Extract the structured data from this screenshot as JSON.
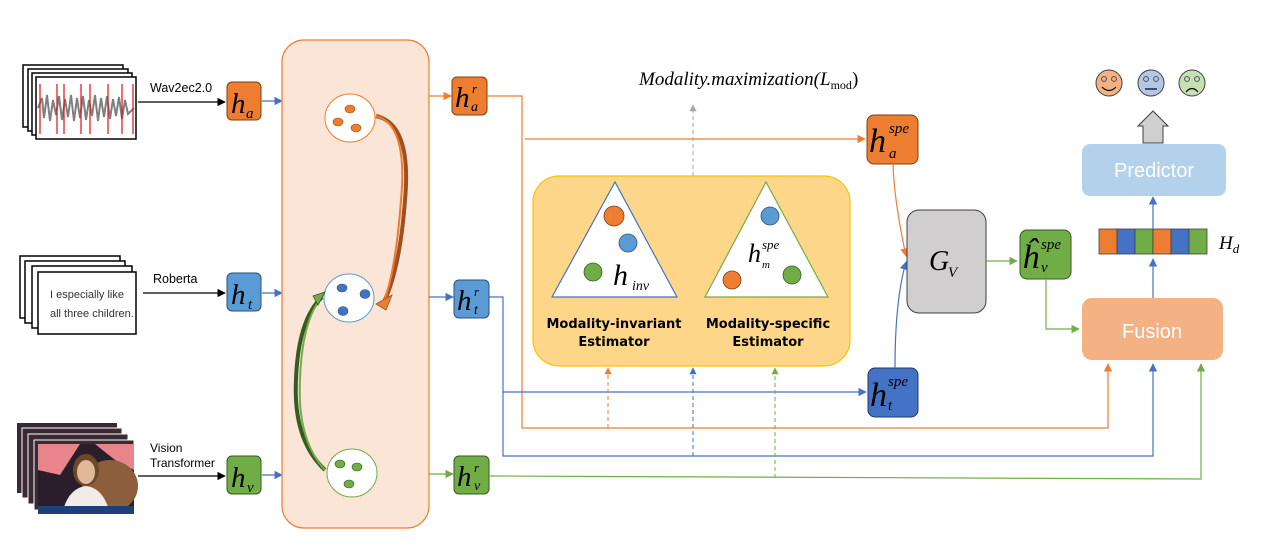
{
  "diagram": {
    "title": "Multimodal representation learning pipeline",
    "colors": {
      "audio": "#ed7d31",
      "text": "#5b9bd5",
      "text_dark": "#4472c4",
      "vision": "#70ad47",
      "panel": "#fbe5d6",
      "estimator_panel": "#fdd68a",
      "generator": "#d0cece",
      "fusion": "#f4b183",
      "predictor": "#b4d1ec",
      "gray_arrow": "#a6a6a6"
    },
    "inputs": {
      "audio": {
        "encoder": "Wav2ec2.0",
        "feature": "h",
        "sub": "a"
      },
      "text": {
        "encoder": "Roberta",
        "feature": "h",
        "sub": "t",
        "sample_line1": "I especially like",
        "sample_line2": "all three children."
      },
      "vision": {
        "encoder_line1": "Vision",
        "encoder_line2": "Transformer",
        "feature": "h",
        "sub": "v"
      }
    },
    "reps": {
      "audio": {
        "main": "h",
        "sup": "r",
        "sub": "a"
      },
      "text": {
        "main": "h",
        "sup": "r",
        "sub": "t"
      },
      "vision": {
        "main": "h",
        "sup": "r",
        "sub": "v"
      }
    },
    "loss_label": {
      "text": "Modality.maximization(",
      "L": "L",
      "sub": "mod",
      "close": ")"
    },
    "estimators": {
      "invariant": {
        "main": "h",
        "sub": "inv",
        "line1": "Modality-invariant",
        "line2": "Estimator"
      },
      "specific": {
        "main": "h",
        "sup": "spe",
        "sub": "m",
        "line1": "Modality-specific",
        "line2": "Estimator"
      }
    },
    "specific_features": {
      "audio": {
        "main": "h",
        "sup": "spe",
        "sub": "a"
      },
      "text": {
        "main": "h",
        "sup": "spe",
        "sub": "t"
      },
      "vision_hat": {
        "main": "ĥ",
        "sup": "spe",
        "sub": "v"
      }
    },
    "generator": {
      "main": "G",
      "sub": "V"
    },
    "fusion": {
      "label": "Fusion"
    },
    "predictor": {
      "label": "Predictor"
    },
    "fused_vector": {
      "label_main": "H",
      "label_sub": "d",
      "cells": [
        "audio",
        "text",
        "vision",
        "audio",
        "text",
        "vision"
      ]
    },
    "outputs": [
      {
        "sentiment": "positive",
        "color": "#f4b183"
      },
      {
        "sentiment": "neutral",
        "color": "#b4c7e7"
      },
      {
        "sentiment": "negative",
        "color": "#c5e0b4"
      }
    ]
  }
}
